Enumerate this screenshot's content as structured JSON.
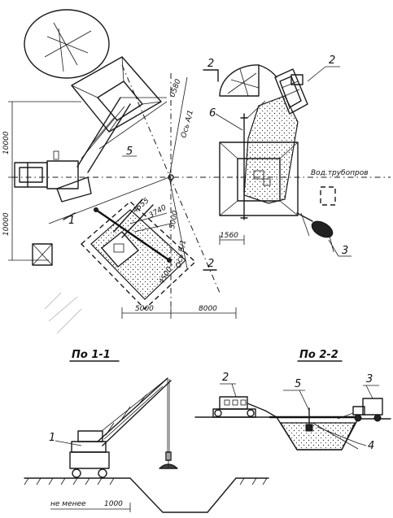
{
  "sections": {
    "section_1": "По 1-1",
    "section_2": "По 2-2"
  },
  "plan_labels": {
    "dim_10000_top": "10000",
    "dim_10000_bottom": "10000",
    "dim_5000": "5000",
    "dim_8000": "8000",
    "dim_1560": "1560",
    "dim_4555": "4555",
    "dim_4500": "4500",
    "dim_3740": "3740",
    "dim_0580": "0580",
    "dim_5000_diag": "5000",
    "axis_a": "Ось А/1",
    "axis_b": "Ось Б/1",
    "section_mark_1": "1",
    "section_mark_2": "2",
    "section_mark_2b": "2",
    "water_pipe": "Вод.трубопров",
    "callout_2": "2",
    "callout_3": "3",
    "callout_5": "5",
    "callout_6": "6"
  },
  "section_labels": {
    "callout_1": "1",
    "callout_2": "2",
    "callout_3": "3",
    "callout_4": "4",
    "callout_5": "5",
    "min_distance": "не менее",
    "min_value": "1000"
  }
}
